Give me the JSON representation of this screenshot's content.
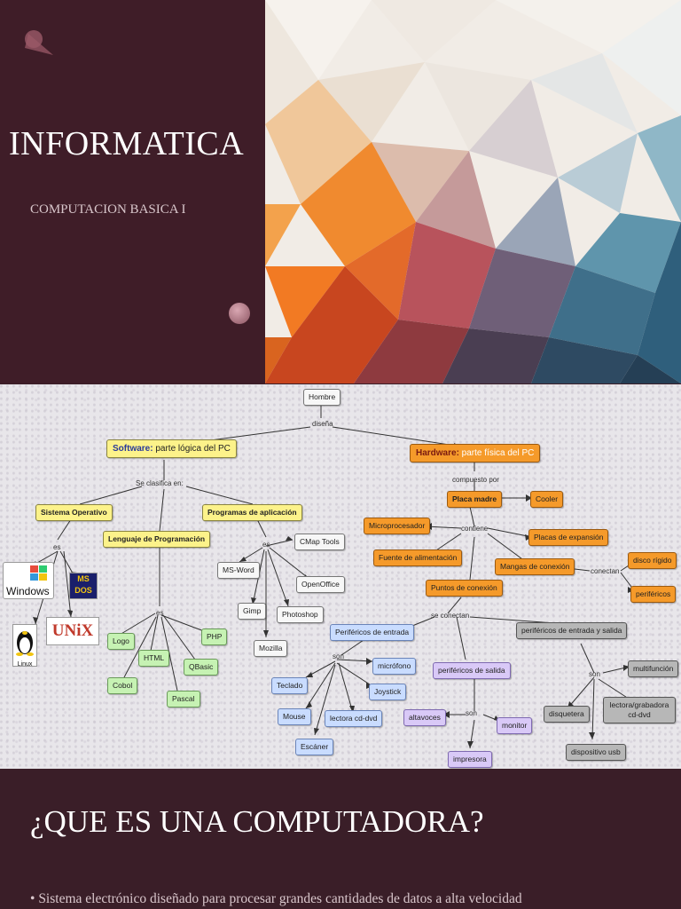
{
  "slide1": {
    "title": "INFORMATICA",
    "subtitle": "COMPUTACION BASICA I"
  },
  "conceptmap": {
    "root": "Hombre",
    "root_link": "diseña",
    "software": {
      "key": "Software:",
      "rest": " parte lógica del PC"
    },
    "hardware": {
      "key": "Hardware:",
      "rest": " parte física del PC"
    },
    "sw_link": "Se clasifica en:",
    "so": "Sistema Operativo",
    "lp": "Lenguaje de Programación",
    "pa": "Programas de aplicación",
    "es": "es",
    "os_logos": {
      "windows": "Windows",
      "msdos": "MS DOS",
      "unix": "UNiX",
      "linux": "Linux"
    },
    "languages": [
      "Logo",
      "HTML",
      "PHP",
      "QBasic",
      "Cobol",
      "Pascal"
    ],
    "apps": [
      "CMap Tools",
      "MS-Word",
      "OpenOffice",
      "Gimp",
      "Photoshop",
      "Mozilla"
    ],
    "hw_link": "compuesto por",
    "placa": "Placa madre",
    "contiene": "contiene",
    "hw_parts": [
      "Cooler",
      "Microprocesador",
      "Placas de expansión",
      "Fuente de alimentación",
      "Mangas de conexión",
      "Puntos de conexión"
    ],
    "conectan": "conectan",
    "conn_targets": [
      "disco rígido",
      "periféricos"
    ],
    "se_conectan": "se conectan",
    "entrada": "Periféricos de entrada",
    "salida": "periféricos de salida",
    "es_label": "periféricos de entrada y salida",
    "son": "son",
    "entrada_items": [
      "micrófono",
      "Teclado",
      "Joystick",
      "Mouse",
      "lectora cd-dvd",
      "Escáner"
    ],
    "salida_items": [
      "altavoces",
      "monitor",
      "impresora"
    ],
    "es_items": [
      "multifunción",
      "disquetera",
      "lectora/grabadora cd-dvd",
      "dispositivo usb"
    ]
  },
  "slide3": {
    "heading": "¿QUE ES UNA COMPUTADORA?",
    "bullet": "Sistema electrónico diseñado para procesar grandes cantidades de datos a alta velocidad"
  },
  "colors": {
    "slide_bg": "#3f1d28",
    "node_yellow": "#fcf28a",
    "node_orange": "#f59a2a",
    "node_green": "#c6f2b3"
  }
}
